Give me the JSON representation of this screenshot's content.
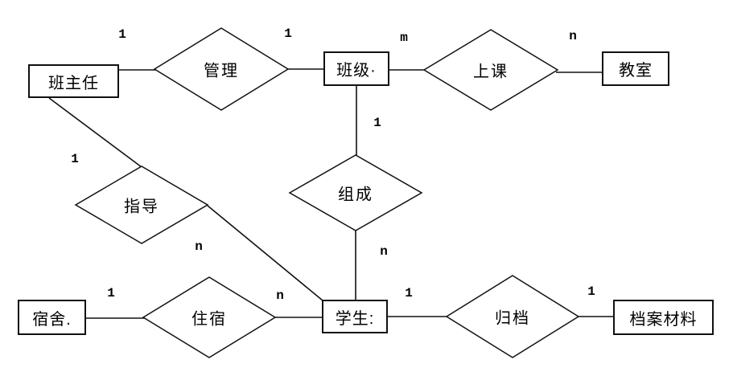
{
  "diagram": {
    "kind": "entity-relationship-diagram",
    "language": "zh-CN",
    "colors": {
      "background": "#ffffff",
      "line": "#111111",
      "text": "#000000"
    },
    "entities": [
      {
        "id": "banzhuren",
        "label": "班主任"
      },
      {
        "id": "banji",
        "label": "班级·"
      },
      {
        "id": "jiaoshi",
        "label": "教室"
      },
      {
        "id": "sushe",
        "label": "宿舍."
      },
      {
        "id": "xuesheng",
        "label": "学生:"
      },
      {
        "id": "dangan-cailiao",
        "label": "档案材料"
      }
    ],
    "relationships": [
      {
        "id": "guanli",
        "label": "管理"
      },
      {
        "id": "shangke",
        "label": "上课"
      },
      {
        "id": "zhidao",
        "label": "指导"
      },
      {
        "id": "zucheng",
        "label": "组成"
      },
      {
        "id": "zhusu",
        "label": "住宿"
      },
      {
        "id": "guidang",
        "label": "归档"
      }
    ],
    "cardinalities": [
      {
        "value": "1",
        "edge": "班主任-管理"
      },
      {
        "value": "1",
        "edge": "管理-班级"
      },
      {
        "value": "m",
        "edge": "班级-上课"
      },
      {
        "value": "n",
        "edge": "上课-教室"
      },
      {
        "value": "1",
        "edge": "班级-组成"
      },
      {
        "value": "n",
        "edge": "组成-学生"
      },
      {
        "value": "1",
        "edge": "班主任-指导"
      },
      {
        "value": "n",
        "edge": "指导-学生"
      },
      {
        "value": "1",
        "edge": "宿舍-住宿"
      },
      {
        "value": "n",
        "edge": "住宿-学生"
      },
      {
        "value": "1",
        "edge": "学生-归档"
      },
      {
        "value": "1",
        "edge": "归档-档案材料"
      }
    ],
    "connections": [
      {
        "from": "班主任",
        "relationship": "管理",
        "to": "班级",
        "from_card": "1",
        "to_card": "1"
      },
      {
        "from": "班级",
        "relationship": "上课",
        "to": "教室",
        "from_card": "m",
        "to_card": "n"
      },
      {
        "from": "班级",
        "relationship": "组成",
        "to": "学生",
        "from_card": "1",
        "to_card": "n"
      },
      {
        "from": "班主任",
        "relationship": "指导",
        "to": "学生",
        "from_card": "1",
        "to_card": "n"
      },
      {
        "from": "宿舍",
        "relationship": "住宿",
        "to": "学生",
        "from_card": "1",
        "to_card": "n"
      },
      {
        "from": "学生",
        "relationship": "归档",
        "to": "档案材料",
        "from_card": "1",
        "to_card": "1"
      }
    ]
  }
}
